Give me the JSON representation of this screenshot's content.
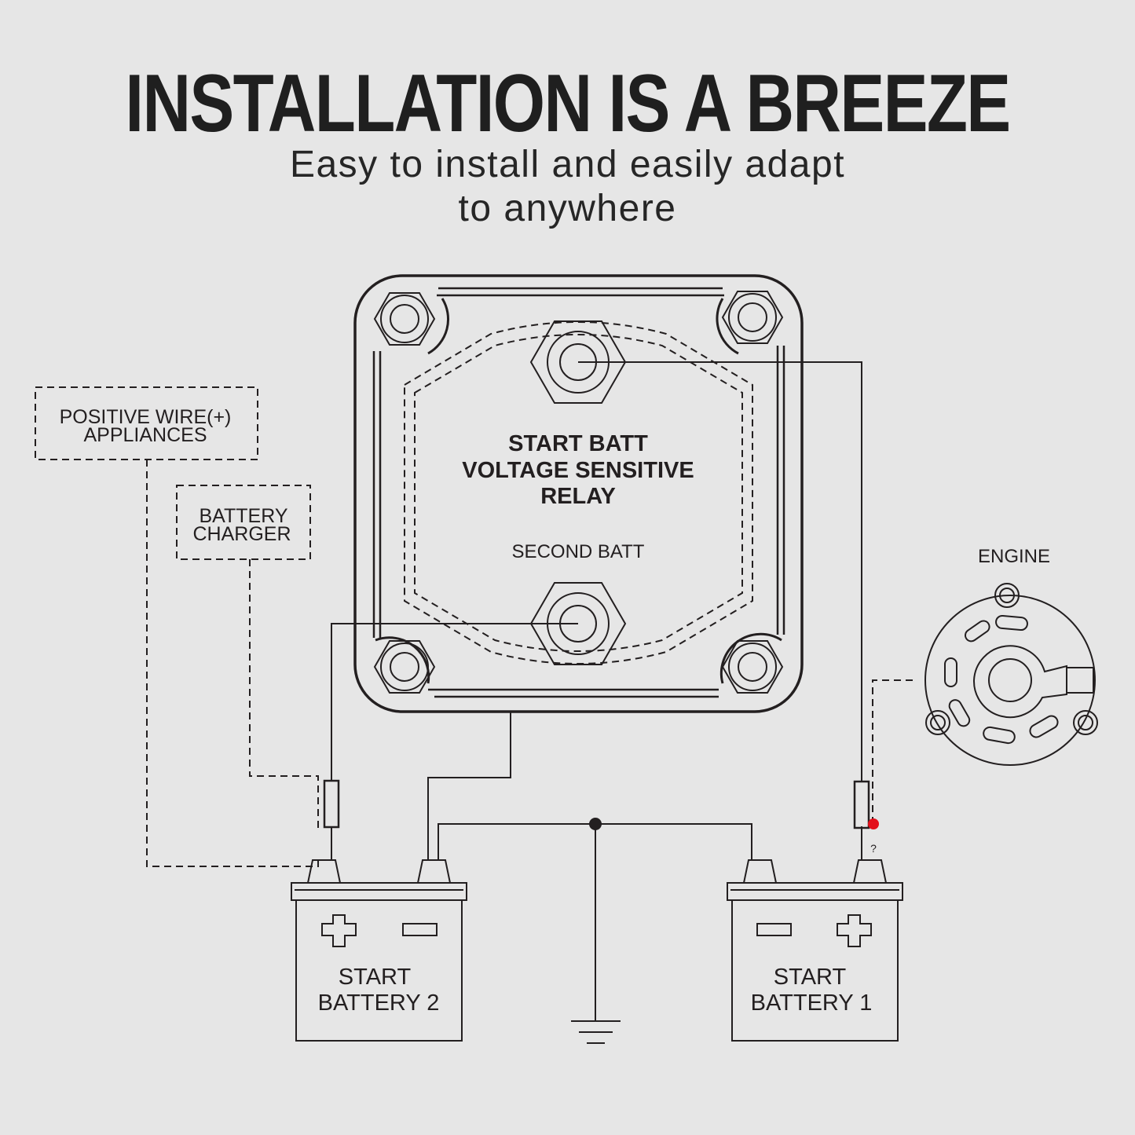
{
  "header": {
    "title": "INSTALLATION IS A BREEZE",
    "subtitle_line1": "Easy to install and easily adapt",
    "subtitle_line2": "to anywhere"
  },
  "relay": {
    "line1": "START BATT",
    "line2": "VOLTAGE SENSITIVE",
    "line3": "RELAY",
    "second_label": "SECOND BATT"
  },
  "boxes": {
    "appliances_line1": "POSITIVE WIRE(+)",
    "appliances_line2": "APPLIANCES",
    "charger_line1": "BATTERY",
    "charger_line2": "CHARGER"
  },
  "engine": {
    "label": "ENGINE"
  },
  "battery_left": {
    "line1": "START",
    "line2": "BATTERY 2"
  },
  "battery_right": {
    "line1": "START",
    "line2": "BATTERY 1"
  },
  "misc": {
    "question_mark": "?"
  },
  "colors": {
    "line": "#231f20",
    "background": "#e6e6e6",
    "red_dot": "#e3101b"
  }
}
